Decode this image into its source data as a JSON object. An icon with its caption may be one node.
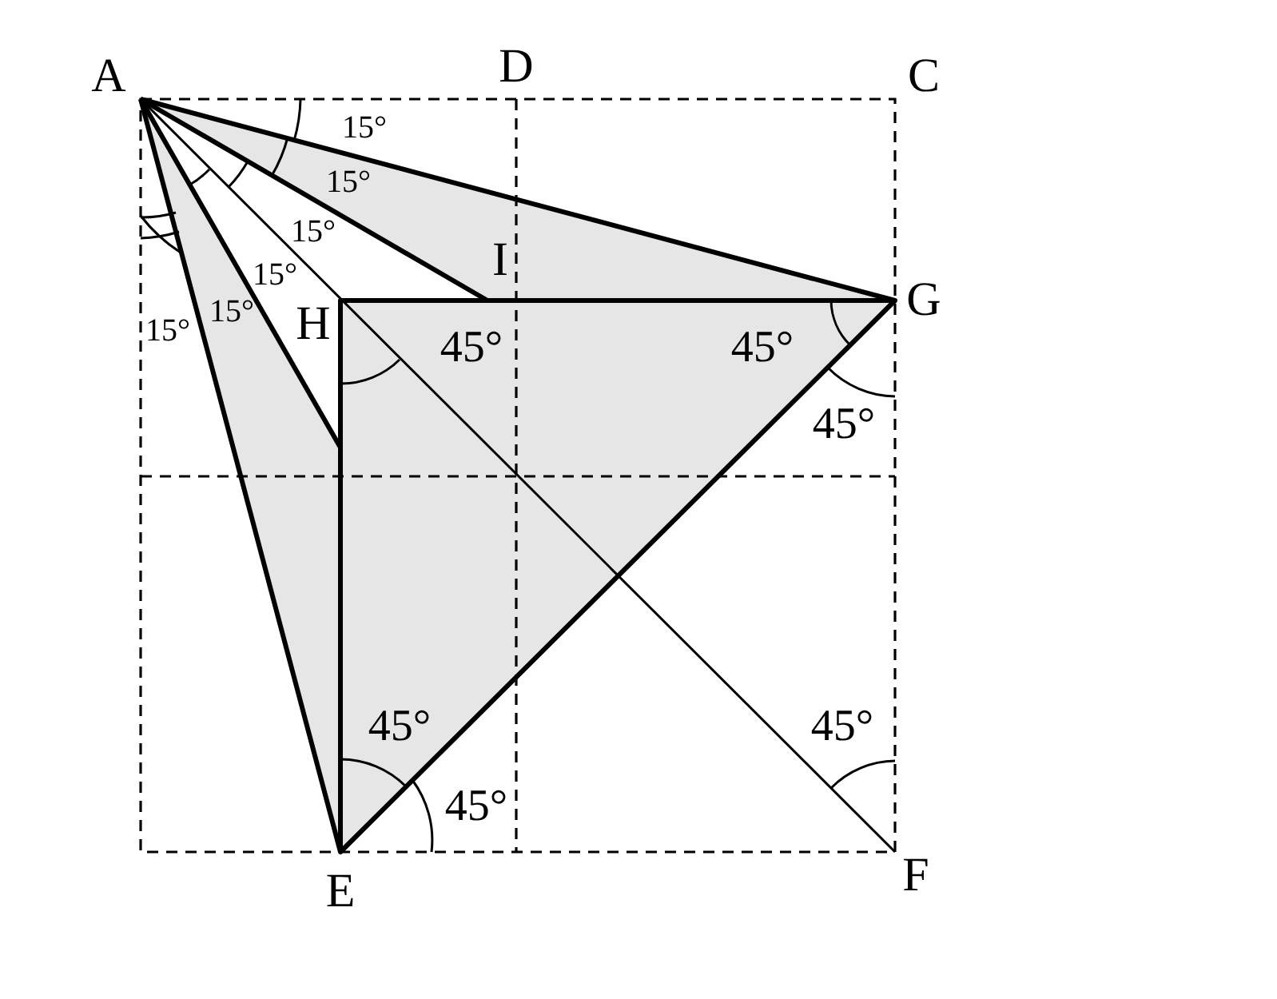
{
  "diagram": {
    "labels": [
      "A",
      "D",
      "C",
      "15°",
      "15°",
      "15°",
      "I",
      "15°",
      "G",
      "H",
      "15°",
      "15°",
      "45°",
      "45°",
      "45°",
      "45°",
      "45°",
      "45°",
      "E",
      "F"
    ]
  }
}
